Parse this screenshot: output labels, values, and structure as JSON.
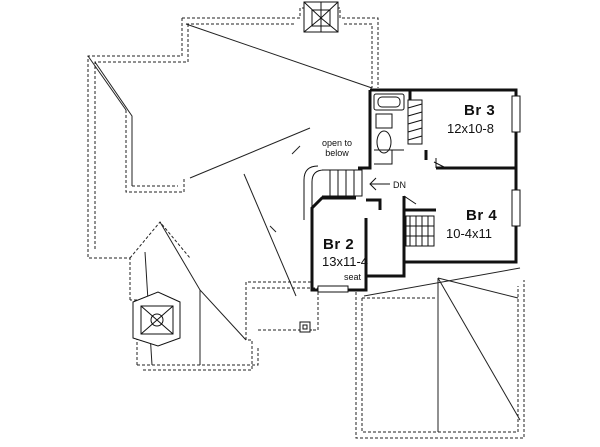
{
  "plan": {
    "rooms": [
      {
        "id": "br3",
        "name": "Br 3",
        "size": "12x10-8"
      },
      {
        "id": "br4",
        "name": "Br 4",
        "size": "10-4x11"
      },
      {
        "id": "br2",
        "name": "Br 2",
        "size": "13x11-4"
      }
    ],
    "notes": {
      "open_line1": "open to",
      "open_line2": "below",
      "stair_down": "DN",
      "seat": "seat"
    }
  }
}
